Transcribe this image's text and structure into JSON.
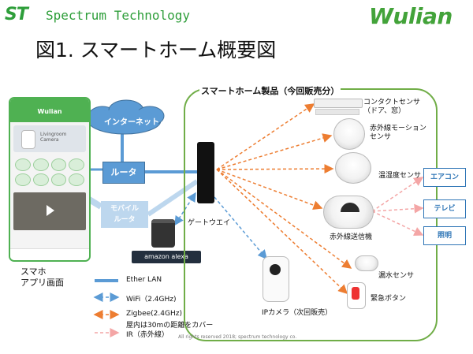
{
  "header": {
    "logo_short": "ST",
    "company_name": "Spectrum Technology",
    "brand_logo": "Wulian",
    "title": "図1. スマートホーム概要図"
  },
  "phone_app": {
    "header_title": "Wulian",
    "card_title": "Livingroom Camera",
    "caption_line1": "スマホ",
    "caption_line2": "アプリ画面"
  },
  "network": {
    "internet": "インターネット",
    "router": "ルータ",
    "mobile_router_line1": "モバイル",
    "mobile_router_line2": "ルータ",
    "gateway": "ゲートウエイ",
    "alexa": "amazon alexa"
  },
  "products": {
    "title": "スマートホーム製品（今回販売分）",
    "contact_sensor_line1": "コンタクトセンサ",
    "contact_sensor_line2": "（ドア、窓）",
    "motion_sensor_line1": "赤外線モーション",
    "motion_sensor_line2": "センサ",
    "temp_humidity": "温湿度センサ",
    "ir_blaster": "赤外線送信機",
    "water_leak": "漏水センサ",
    "emergency_button": "緊急ボタン",
    "ip_camera": "IPカメラ（次回販売）"
  },
  "appliances": {
    "aircon": "エアコン",
    "tv": "テレビ",
    "lighting": "照明"
  },
  "legend": {
    "ether": "Ether LAN",
    "wifi": "WiFi（2.4GHz)",
    "zigbee_line1": "Zigbee(2.4GHz)",
    "zigbee_line2": "屋内は30mの距離をカバー",
    "ir": "IR（赤外線）"
  },
  "footer": {
    "copyright": "All rights reserved 2018; spectrum technology co."
  },
  "colors": {
    "brand_green": "#2e9e3a",
    "product_border": "#70ad47",
    "ether": "#5b9bd5",
    "wifi": "#5b9bd5",
    "zigbee": "#ed7d31",
    "ir": "#f4a6a6",
    "appliance_border": "#2e75b6"
  }
}
